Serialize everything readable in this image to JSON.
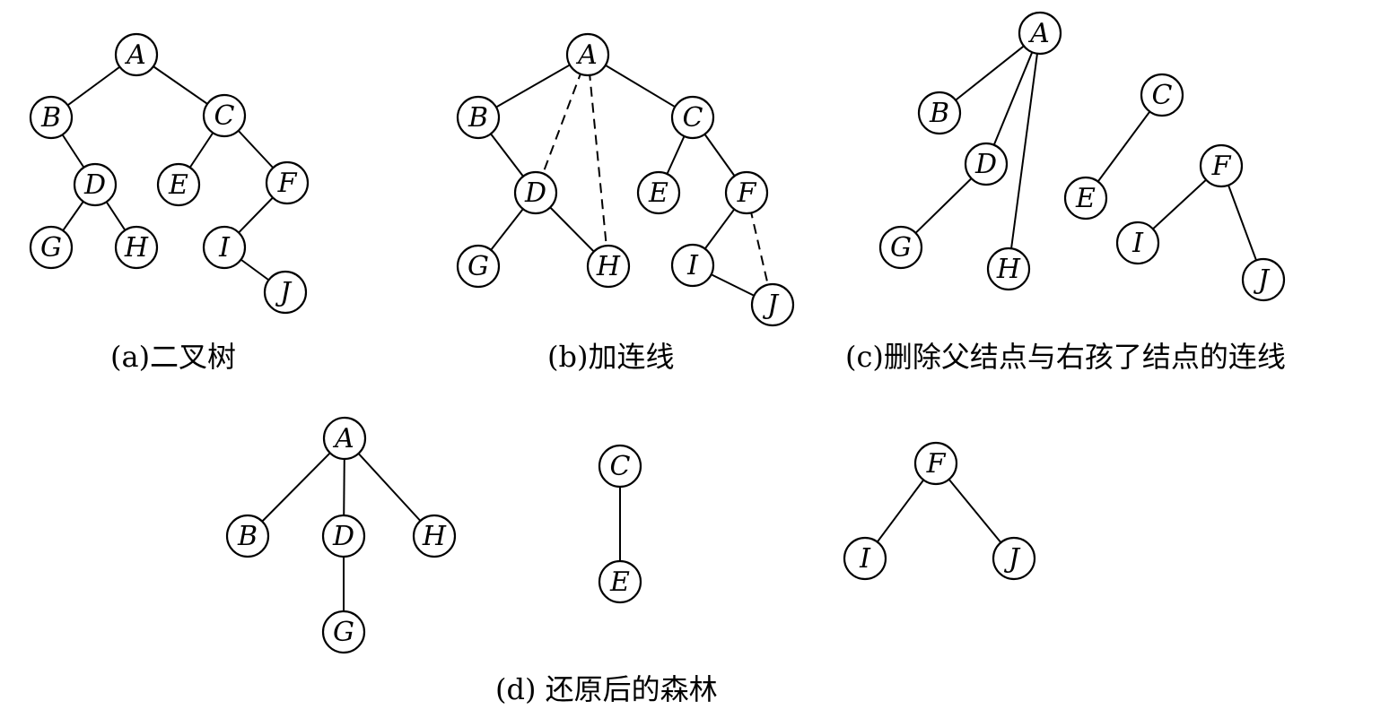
{
  "panels": [
    {
      "id": "a",
      "caption": "(a)二叉树",
      "nodes": [
        "A",
        "B",
        "C",
        "D",
        "E",
        "F",
        "G",
        "H",
        "I",
        "J"
      ],
      "edges": [
        {
          "from": "A",
          "to": "B",
          "style": "solid"
        },
        {
          "from": "A",
          "to": "C",
          "style": "solid"
        },
        {
          "from": "B",
          "to": "D",
          "style": "solid"
        },
        {
          "from": "C",
          "to": "E",
          "style": "solid"
        },
        {
          "from": "C",
          "to": "F",
          "style": "solid"
        },
        {
          "from": "D",
          "to": "G",
          "style": "solid"
        },
        {
          "from": "D",
          "to": "H",
          "style": "solid"
        },
        {
          "from": "F",
          "to": "I",
          "style": "solid"
        },
        {
          "from": "I",
          "to": "J",
          "style": "solid"
        }
      ]
    },
    {
      "id": "b",
      "caption": "(b)加连线",
      "nodes": [
        "A",
        "B",
        "C",
        "D",
        "E",
        "F",
        "G",
        "H",
        "I",
        "J"
      ],
      "edges": [
        {
          "from": "A",
          "to": "B",
          "style": "solid"
        },
        {
          "from": "A",
          "to": "C",
          "style": "solid"
        },
        {
          "from": "B",
          "to": "D",
          "style": "solid"
        },
        {
          "from": "C",
          "to": "E",
          "style": "solid"
        },
        {
          "from": "C",
          "to": "F",
          "style": "solid"
        },
        {
          "from": "D",
          "to": "G",
          "style": "solid"
        },
        {
          "from": "D",
          "to": "H",
          "style": "solid"
        },
        {
          "from": "F",
          "to": "I",
          "style": "solid"
        },
        {
          "from": "I",
          "to": "J",
          "style": "solid"
        },
        {
          "from": "A",
          "to": "D",
          "style": "dashed"
        },
        {
          "from": "A",
          "to": "H",
          "style": "dashed"
        },
        {
          "from": "F",
          "to": "J",
          "style": "dashed"
        }
      ]
    },
    {
      "id": "c",
      "caption": "(c)删除父结点与右孩了结点的连线",
      "nodes": [
        "A",
        "B",
        "C",
        "D",
        "E",
        "F",
        "G",
        "H",
        "I",
        "J"
      ],
      "edges": [
        {
          "from": "A",
          "to": "B",
          "style": "solid"
        },
        {
          "from": "A",
          "to": "D",
          "style": "solid"
        },
        {
          "from": "A",
          "to": "H",
          "style": "solid"
        },
        {
          "from": "D",
          "to": "G",
          "style": "solid"
        },
        {
          "from": "C",
          "to": "E",
          "style": "solid"
        },
        {
          "from": "F",
          "to": "I",
          "style": "solid"
        },
        {
          "from": "F",
          "to": "J",
          "style": "solid"
        }
      ]
    },
    {
      "id": "d",
      "caption": "(d) 还原后的森林",
      "nodes": [
        "A",
        "B",
        "D",
        "H",
        "G",
        "C",
        "E",
        "F",
        "I",
        "J"
      ],
      "edges": [
        {
          "from": "A",
          "to": "B",
          "style": "solid"
        },
        {
          "from": "A",
          "to": "D",
          "style": "solid"
        },
        {
          "from": "A",
          "to": "H",
          "style": "solid"
        },
        {
          "from": "D",
          "to": "G",
          "style": "solid"
        },
        {
          "from": "C",
          "to": "E",
          "style": "solid"
        },
        {
          "from": "F",
          "to": "I",
          "style": "solid"
        },
        {
          "from": "F",
          "to": "J",
          "style": "solid"
        }
      ]
    }
  ]
}
